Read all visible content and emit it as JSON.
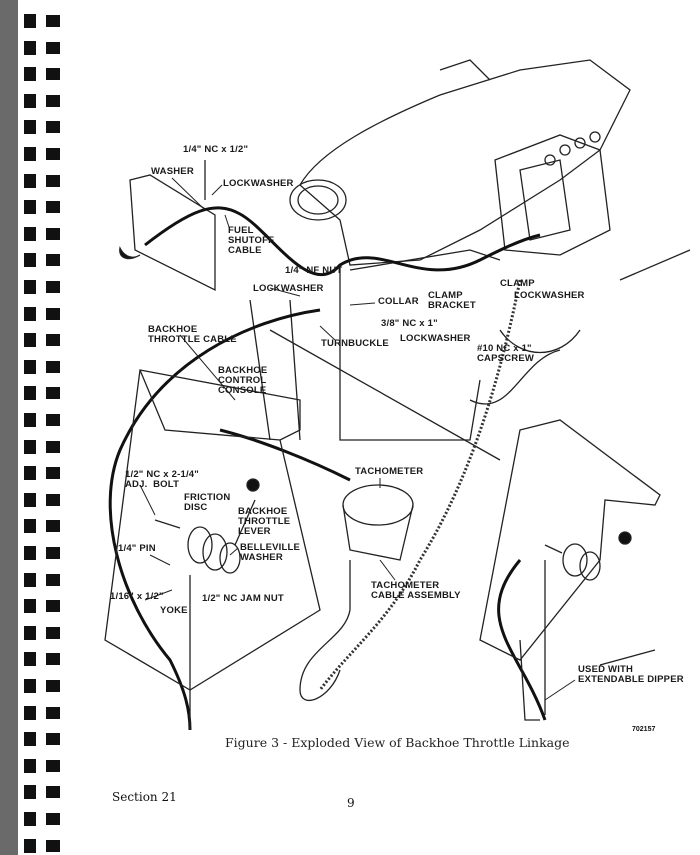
{
  "figure": {
    "caption": "Figure 3 - Exploded View of Backhoe Throttle Linkage",
    "code": "702157",
    "labels": {
      "bolt_top": "1/4\" NC x 1/2\"",
      "washer": "WASHER",
      "lockwasher_top": "LOCKWASHER",
      "fuel_shutoff_cable": "FUEL\nSHUTOFF\nCABLE",
      "nf_nut": "1/4\" NF NUT",
      "lockwasher_nut": "LOCKWASHER",
      "collar": "COLLAR",
      "clamp_bracket": "CLAMP\nBRACKET",
      "clamp": "CLAMP",
      "lockwasher_clamp": "LOCKWASHER",
      "bolt_38": "3/8\" NC x 1\"",
      "lockwasher_bracket": "LOCKWASHER",
      "capscrew": "#10 NC x 1\"\nCAPSCREW",
      "backhoe_throttle_cable": "BACKHOE\nTHROTTLE CABLE",
      "turnbuckle": "TURNBUCKLE",
      "control_console": "BACKHOE\nCONTROL\nCONSOLE",
      "tachometer": "TACHOMETER",
      "adj_bolt": "1/2\" NC x 2-1/4\"\nADJ.  BOLT",
      "friction_disc": "FRICTION\nDISC",
      "throttle_lever": "BACKHOE\nTHROTTLE\nLEVER",
      "pin": "1/4\" PIN",
      "belleville_washer": "BELLEVILLE\nWASHER",
      "pin_size": "1/16\" x 1/2\"",
      "yoke": "YOKE",
      "jam_nut": "1/2\" NC JAM NUT",
      "tach_cable": "TACHOMETER\nCABLE ASSEMBLY",
      "extendable_dipper": "USED WITH\nEXTENDABLE DIPPER"
    }
  },
  "footer": {
    "section": "Section 21",
    "page_number": "9"
  }
}
